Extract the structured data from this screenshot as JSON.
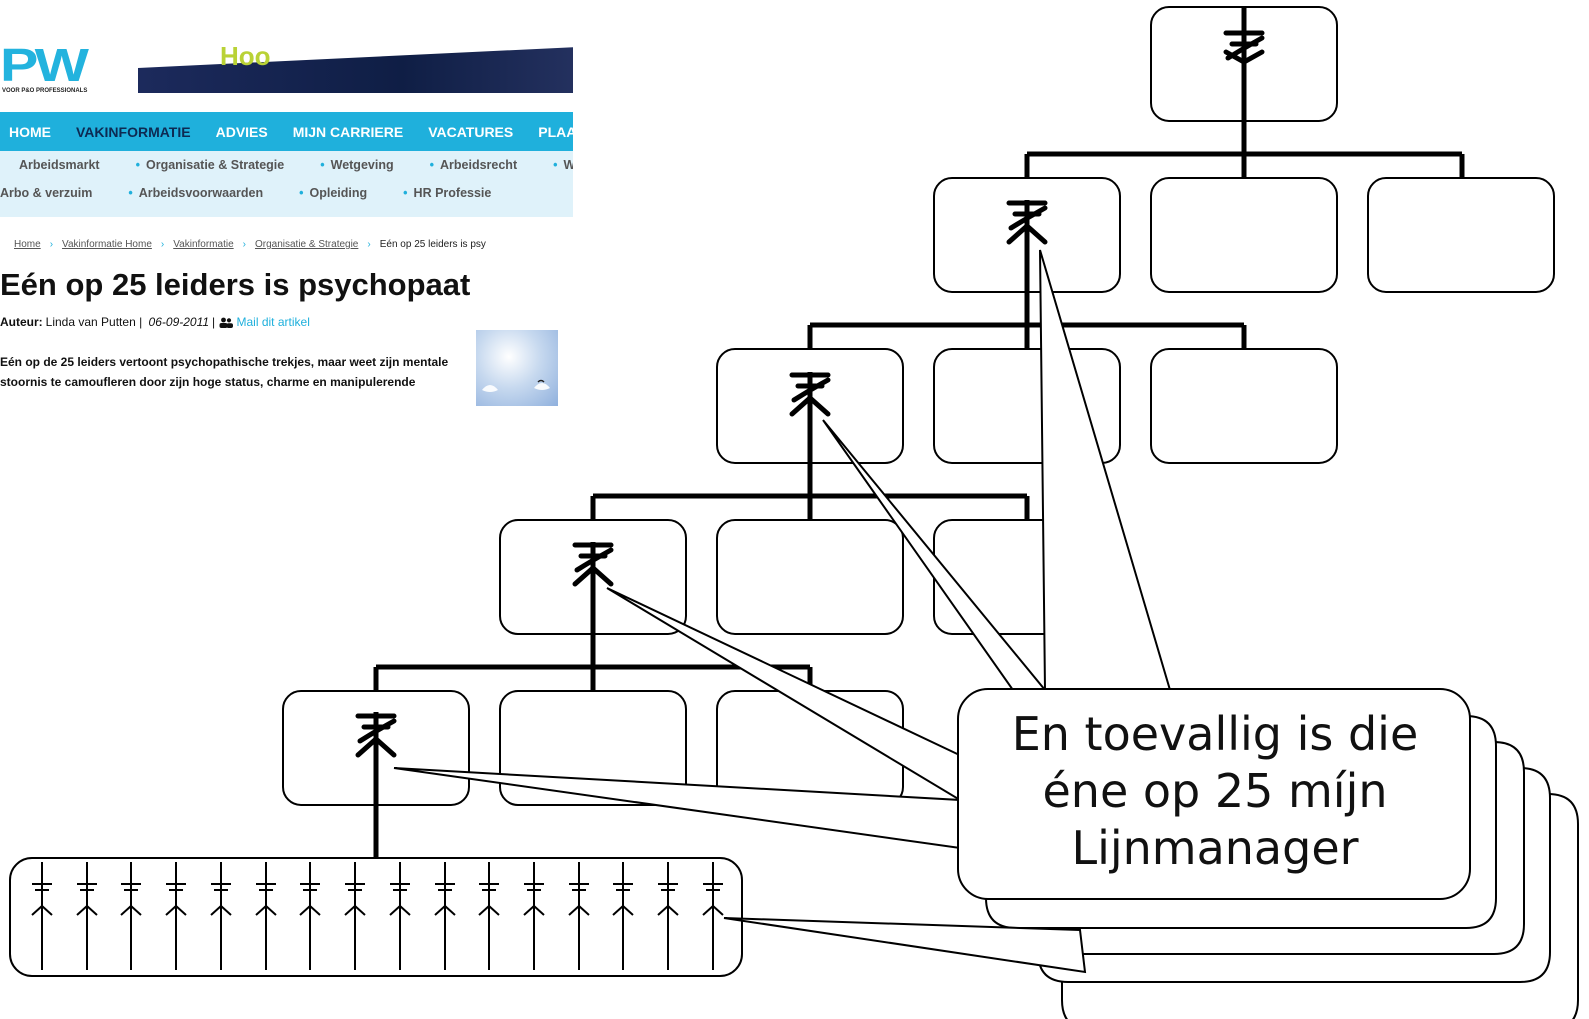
{
  "site": {
    "logo_text": "PW",
    "logo_tagline": "VOOR P&O PROFESSIONALS",
    "banner_text": "Hoo"
  },
  "nav": {
    "items": [
      {
        "label": "HOME",
        "active": false
      },
      {
        "label": "VAKINFORMATIE",
        "active": true
      },
      {
        "label": "ADVIES",
        "active": false
      },
      {
        "label": "MIJN CARRIERE",
        "active": false
      },
      {
        "label": "VACATURES",
        "active": false
      },
      {
        "label": "PLAAT",
        "active": false
      }
    ]
  },
  "subnav": {
    "row1": [
      "Arbeidsmarkt",
      "Organisatie & Strategie",
      "Wetgeving",
      "Arbeidsrecht",
      "Werving &"
    ],
    "row2": [
      "Arbo & verzuim",
      "Arbeidsvoorwaarden",
      "Opleiding",
      "HR Professie"
    ]
  },
  "breadcrumb": {
    "items": [
      "Home",
      "Vakinformatie Home",
      "Vakinformatie",
      "Organisatie & Strategie"
    ],
    "current": "Eén op 25 leiders is psy"
  },
  "article": {
    "title": "Eén op 25 leiders is psychopaat",
    "author_label": "Auteur:",
    "author": "Linda van Putten",
    "date": "06-09-2011",
    "mail_label": "Mail dit artikel",
    "intro": "Eén op de 25 leiders vertoont psychopathische trekjes, maar weet zijn mentale stoornis te camoufleren door zijn hoge status, charme en manipulerende"
  },
  "diagram": {
    "callout_line1": "En toevallig is die",
    "callout_line2": "éne op 25 míjn",
    "callout_line3": "Lijnmanager",
    "colors": {
      "stroke": "#000000",
      "fill": "#ffffff"
    }
  }
}
